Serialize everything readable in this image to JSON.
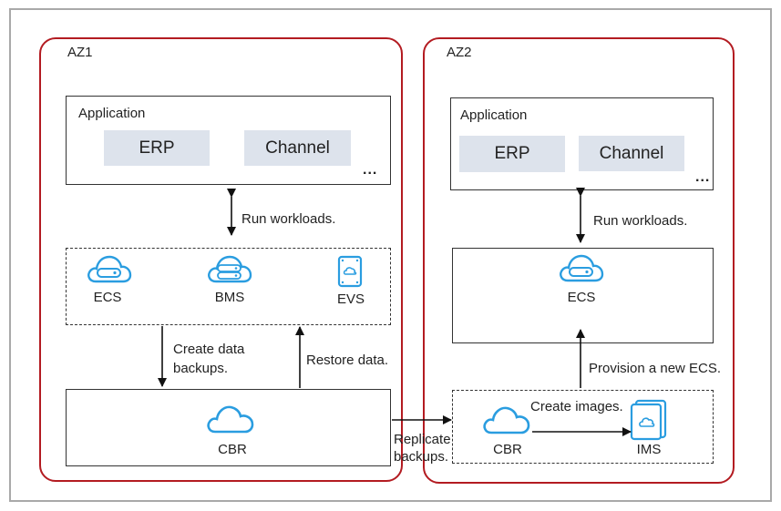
{
  "az1": {
    "label": "AZ1",
    "application": {
      "title": "Application",
      "chips": [
        "ERP",
        "Channel"
      ],
      "more": "..."
    },
    "run_label": "Run workloads.",
    "services": [
      {
        "label": "ECS",
        "icon": "cloud-server-icon"
      },
      {
        "label": "BMS",
        "icon": "cloud-server-icon"
      },
      {
        "label": "EVS",
        "icon": "storage-disk-icon"
      }
    ],
    "backup_label_line1": "Create data",
    "backup_label_line2": "backups.",
    "restore_label": "Restore data.",
    "cbr": {
      "label": "CBR",
      "icon": "cloud-icon"
    }
  },
  "az2": {
    "label": "AZ2",
    "application": {
      "title": "Application",
      "chips": [
        "ERP",
        "Channel"
      ],
      "more": "..."
    },
    "run_label": "Run workloads.",
    "service": {
      "label": "ECS",
      "icon": "cloud-server-icon"
    },
    "provision_label": "Provision a new ECS.",
    "cbr": {
      "label": "CBR",
      "icon": "cloud-icon"
    },
    "create_images_label": "Create images.",
    "ims": {
      "label": "IMS",
      "icon": "image-stack-icon"
    }
  },
  "replicate_line1": "Replicate",
  "replicate_line2": "backups.",
  "colors": {
    "az_border": "#b31b21",
    "icon_blue": "#2a9de0",
    "chip_bg": "#dde3ec",
    "frame": "#a9a9a9"
  }
}
